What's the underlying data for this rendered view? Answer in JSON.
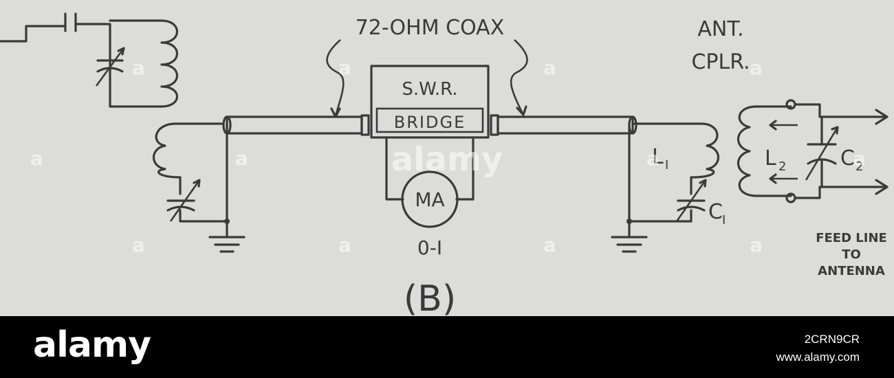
{
  "diagram": {
    "coax_label": "72-OHM COAX",
    "antenna_coupler_label": [
      "ANT.",
      "CPLR."
    ],
    "bridge_label": [
      "S.W.R.",
      "BRIDGE"
    ],
    "meter_label": "MA",
    "meter_range": "0-I",
    "panel_label": "(B)",
    "components": {
      "L1": "L",
      "L1_sub": "I",
      "C1": "C",
      "C1_sub": "I",
      "L2": "L",
      "L2_sub": "2",
      "C2": "C",
      "C2_sub": "2"
    },
    "feed_label": [
      "FEED LINE",
      "TO",
      "ANTENNA"
    ]
  },
  "watermark": {
    "text": "a",
    "center_text": "alamy"
  },
  "footer": {
    "logo": "alamy",
    "image_code": "2CRN9CR",
    "url": "www.alamy.com"
  }
}
